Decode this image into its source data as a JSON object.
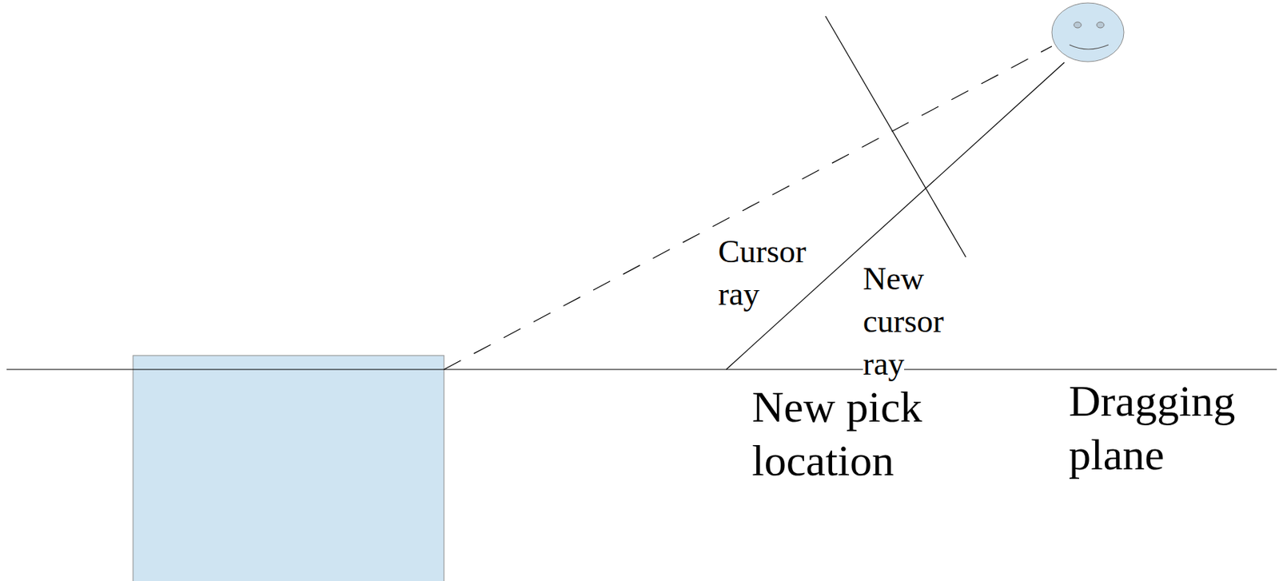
{
  "diagram": {
    "labels": [
      "Cursor ray",
      "New cursor ray",
      "New pick location",
      "Dragging plane"
    ]
  }
}
